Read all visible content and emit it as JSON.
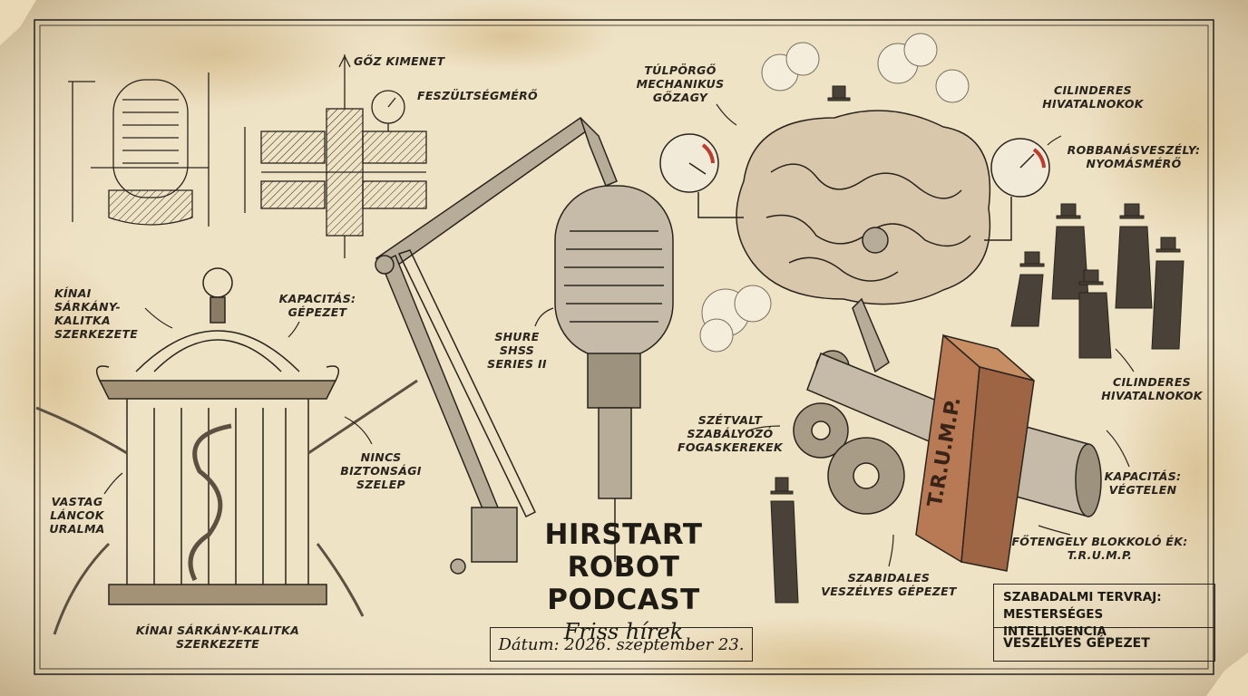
{
  "labels": {
    "steam_output": "GŐZ KIMENET",
    "voltmeter": "FESZÜLTSÉGMÉRŐ",
    "cage_structure_top": "KÍNAI SÁRKÁNY-\nKALITKA\nSZERKEZETE",
    "capacity_machinery": "KAPACITÁS:\nGÉPEZET",
    "thick_chains": "VASTAG\nLÁNCOK\nURALMA",
    "no_safety_valve": "NINCS\nBIZTONSÁGI\nSZELEP",
    "cage_structure_bottom": "KÍNAI SÁRKÁNY-KALITKA\nSZERKEZETE",
    "microphone_model": "SHURE\nSHSS\nSERIES II",
    "overspun_brain": "TÚLPÖRGŐ\nMECHANIKUS\nGŐZAGY",
    "top_hat_officials_top": "CILINDERES\nHIVATALNOKOK",
    "explosion_gauge": "ROBBANÁSVESZÉLY:\nNYOMÁSMÉRŐ",
    "top_hat_officials_bottom": "CILINDERES\nHIVATALNOKOK",
    "broken_gears": "SZÉTVALT\nSZABÁLYOZÓ\nFOGASKEREKEK",
    "capacity_infinite": "KAPACITÁS:\nVÉGTELEN",
    "shaft_wedge": "FŐTENGELY BLOKKOLÓ ÉK:\nT.R.U.M.P.",
    "dangerous_machinery": "SZABIDALES\nVESZÉLYES GÉPEZET",
    "wedge_text": "T.R.U.M.P."
  },
  "title": {
    "line1": "HIRSTART",
    "line2": "ROBOT PODCAST",
    "subtitle": "Friss hírek",
    "date": "Dátum: 2026. szeptember 23."
  },
  "plan": {
    "line1": "SZABADALMI TERVRAJ:",
    "line2": "MESTERSÉGES INTELLIGENCIA",
    "line3": "VESZÉLYES GÉPEZET"
  },
  "colors": {
    "paper": "#efe3c6",
    "ink": "#2a241c",
    "stain": "#c9a66b",
    "wedge": "#b87a55",
    "gauge_red": "#c0392b"
  }
}
